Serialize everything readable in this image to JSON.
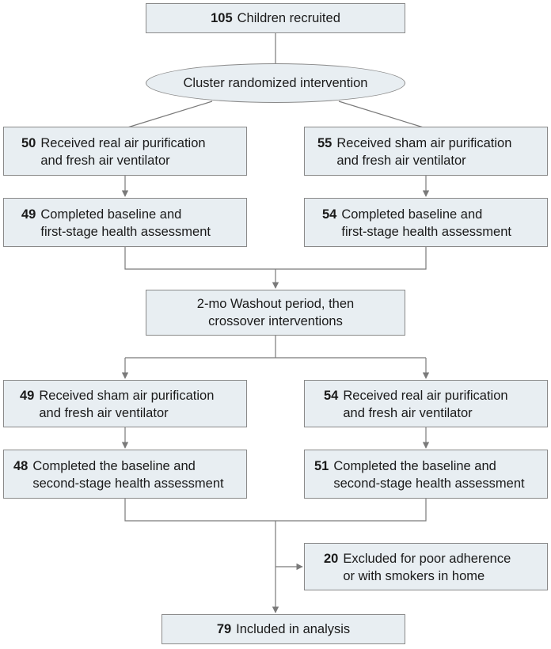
{
  "recruited": {
    "num": "105",
    "text": "Children recruited"
  },
  "randomization": {
    "text": "Cluster randomized intervention"
  },
  "stage1": {
    "left_received": {
      "num": "50",
      "line1": "Received real air purification",
      "line2": "and fresh air ventilator"
    },
    "right_received": {
      "num": "55",
      "line1": "Received sham air purification",
      "line2": "and fresh air ventilator"
    },
    "left_completed": {
      "num": "49",
      "line1": "Completed baseline and",
      "line2": "first-stage health assessment"
    },
    "right_completed": {
      "num": "54",
      "line1": "Completed baseline and",
      "line2": "first-stage health assessment"
    }
  },
  "washout": {
    "line1": "2-mo Washout period, then",
    "line2": "crossover interventions"
  },
  "stage2": {
    "left_received": {
      "num": "49",
      "line1": "Received sham air purification",
      "line2": "and fresh air ventilator"
    },
    "right_received": {
      "num": "54",
      "line1": "Received real air purification",
      "line2": "and fresh air ventilator"
    },
    "left_completed": {
      "num": "48",
      "line1": "Completed the baseline and",
      "line2": "second-stage health assessment"
    },
    "right_completed": {
      "num": "51",
      "line1": "Completed the baseline and",
      "line2": "second-stage health assessment"
    }
  },
  "excluded": {
    "num": "20",
    "line1": "Excluded for poor adherence",
    "line2": "or with smokers in home"
  },
  "analysis": {
    "num": "79",
    "text": "Included in analysis"
  },
  "colors": {
    "box_fill": "#e8eef2",
    "box_border": "#8a8a8a",
    "connector": "#7a7a7a"
  }
}
